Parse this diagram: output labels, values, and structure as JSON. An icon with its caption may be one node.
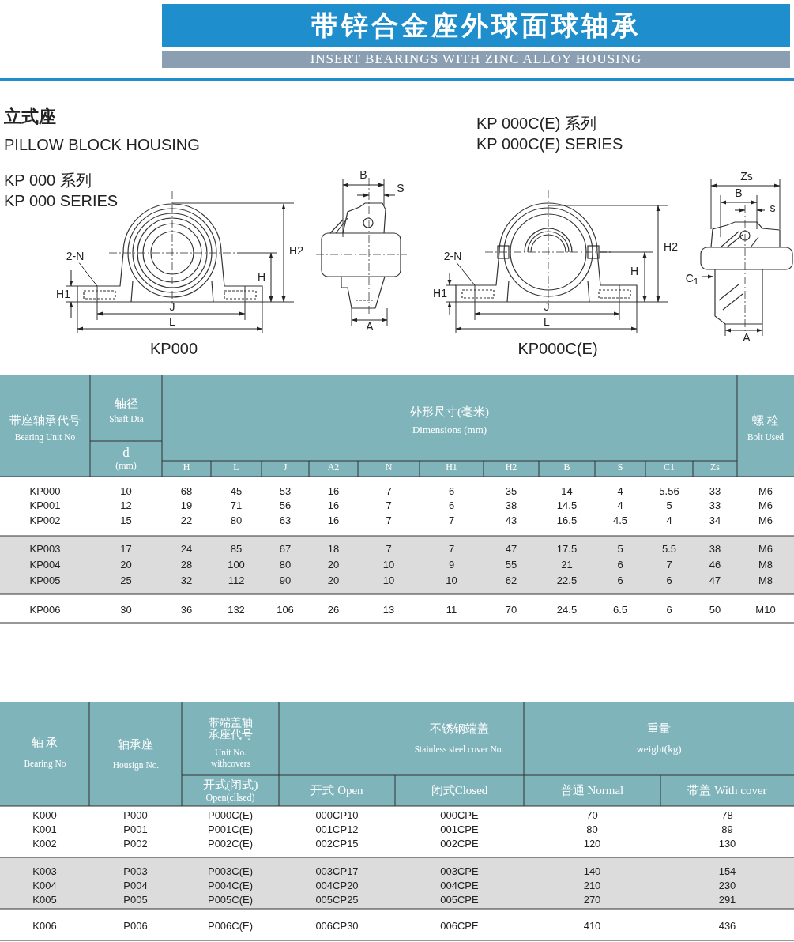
{
  "diagram": {
    "title": "带锌合金座外球面球轴承",
    "nodes": [
      {
        "text": [
          "2-N"
        ]
      },
      {
        "text": [
          "2-N"
        ]
      }
    ],
    "edges": [
      {
        "from": 0,
        "to": null,
        "arrow": "none"
      },
      {
        "from": 1,
        "to": null,
        "arrow": "none"
      }
    ],
    "labels": [
      "INSERT BEARINGS WITH ZINC ALLOY HOUSING",
      "立式座",
      "PILLOW BLOCK HOUSING",
      "KP 000C(E) 系列",
      "KP 000C(E) SERIES",
      "KP 000 系列",
      "KP 000 SERIES",
      "B",
      "S",
      "H2",
      "H",
      "H1",
      "J",
      "L",
      "A",
      "KP000",
      "Zs",
      "B",
      "s",
      "H2",
      "H",
      "H1",
      "J",
      "L",
      "C$_{1}$",
      "A",
      "KP000C(E)",
      "带座轴承代号",
      "Bearing Unit No",
      "轴径",
      "Shaft Dia",
      "外形尺寸(毫米)",
      "Dimensions (mm)",
      "螺 栓",
      "Bolt Used",
      "d",
      "(mm)",
      "H",
      "L",
      "J",
      "A2",
      "N",
      "H1",
      "H2",
      "B",
      "S",
      "C1",
      "Zs",
      "KP000",
      "10",
      "68",
      "45",
      "53",
      "16",
      "7",
      "6",
      "35",
      "14",
      "4",
      "5.56",
      "33",
      "M6",
      "KP001",
      "12",
      "19",
      "71",
      "56",
      "16",
      "7",
      "6",
      "38",
      "14.5",
      "4",
      "5",
      "33",
      "M6",
      "KP002",
      "15",
      "22",
      "80",
      "63",
      "16",
      "7",
      "7",
      "43",
      "16.5",
      "4.5",
      "4",
      "34",
      "M6",
      "KP003",
      "17",
      "24",
      "85",
      "67",
      "18",
      "7",
      "7",
      "47",
      "17.5",
      "5",
      "5.5",
      "38",
      "M6",
      "KP004",
      "20",
      "28",
      "100",
      "80",
      "20",
      "10",
      "9",
      "55",
      "21",
      "6",
      "7",
      "46",
      "M8",
      "KP005",
      "25",
      "32",
      "112",
      "90",
      "20",
      "10",
      "10",
      "62",
      "22.5",
      "6",
      "6",
      "47",
      "M8",
      "KP006",
      "30",
      "36",
      "132",
      "106",
      "26",
      "13",
      "11",
      "70",
      "24.5",
      "6.5",
      "6",
      "50",
      "M10",
      "轴 承",
      "Bearing No",
      "轴承座",
      "Housign No.",
      "带端盖轴承座代号",
      "Unit No. withcovers",
      "不锈钢端盖",
      "Stainless steel cover No.",
      "重量",
      "weight(kg)",
      "开式(闭式)",
      "Open(cllsed)",
      "开式 Open",
      "闭式Closed",
      "普通 Normal",
      "带盖 With cover",
      "K000",
      "P000",
      "P000C(E)",
      "000CP10",
      "000CPE",
      "70",
      "78",
      "K001",
      "P001",
      "P001C(E)",
      "001CP12",
      "001CPE",
      "80",
      "89",
      "K002",
      "P002",
      "P002C(E)",
      "002CP15",
      "002CPE",
      "120",
      "130",
      "K003",
      "P003",
      "P003C(E)",
      "003CP17",
      "003CPE",
      "140",
      "154",
      "K004",
      "P004",
      "P004C(E)",
      "004CP20",
      "004CPE",
      "210",
      "230",
      "K005",
      "P005",
      "P005C(E)",
      "005CP25",
      "005CPE",
      "270",
      "291",
      "K006",
      "P006",
      "P006C(E)",
      "006CP30",
      "006CPE",
      "410",
      "436"
    ]
  }
}
